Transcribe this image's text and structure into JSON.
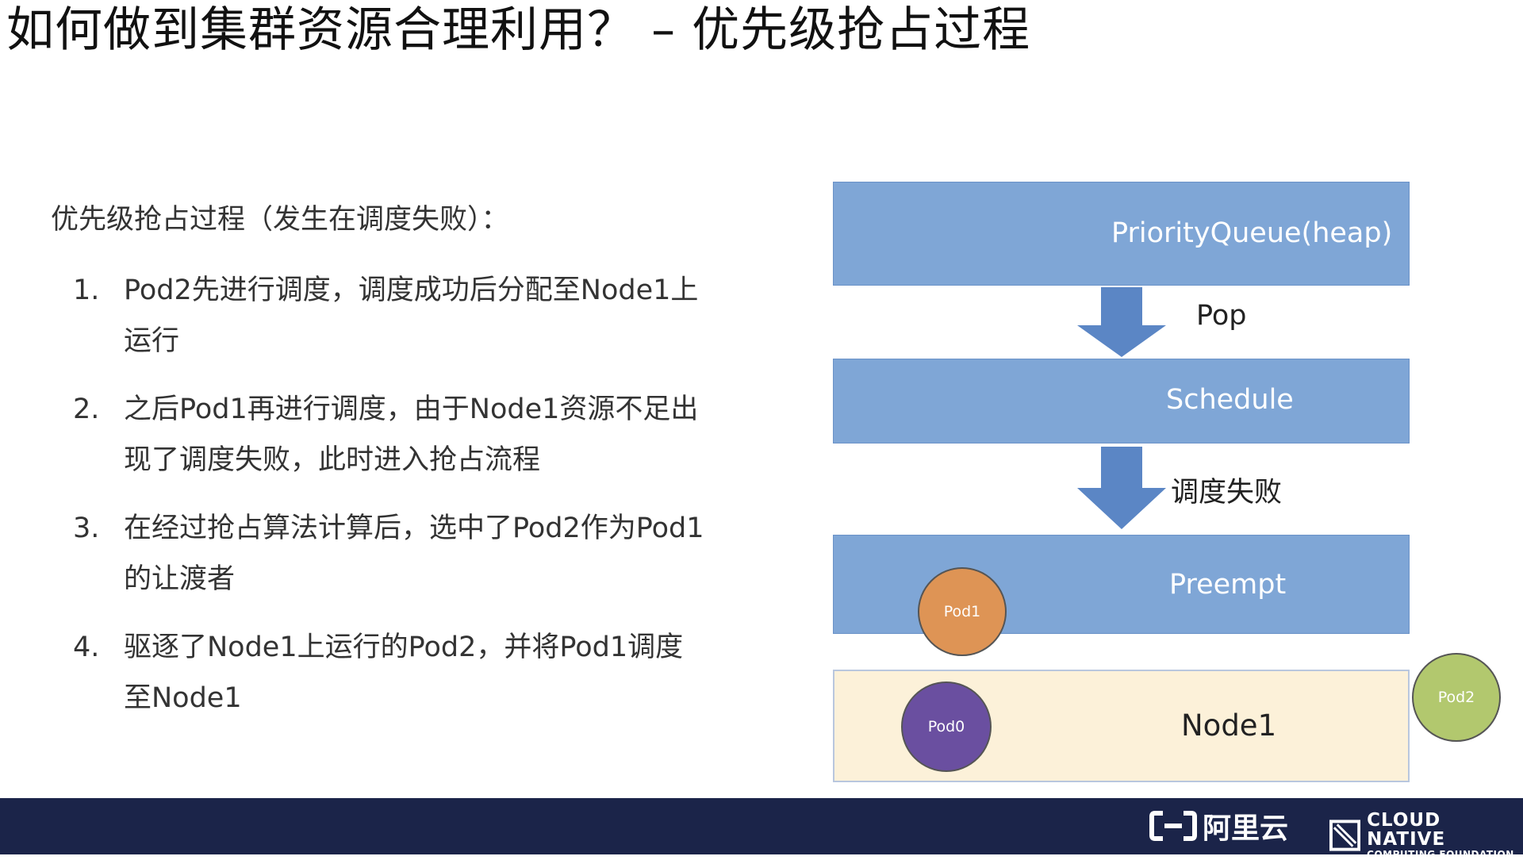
{
  "slide": {
    "title": "如何做到集群资源合理利用？ – 优先级抢占过程",
    "subhead": "优先级抢占过程（发生在调度失败）：",
    "steps": [
      {
        "num": "1.",
        "text": "Pod2先进行调度，调度成功后分配至Node1上运行"
      },
      {
        "num": "2.",
        "text": "之后Pod1再进行调度，由于Node1资源不足出现了调度失败，此时进入抢占流程"
      },
      {
        "num": "3.",
        "text": "在经过抢占算法计算后，选中了Pod2作为Pod1的让渡者"
      },
      {
        "num": "4.",
        "text": "驱逐了Node1上运行的Pod2，并将Pod1调度至Node1"
      }
    ]
  },
  "diagram": {
    "boxes": {
      "priority_queue": "PriorityQueue(heap)",
      "schedule": "Schedule",
      "preempt": "Preempt",
      "node": "Node1"
    },
    "arrows": {
      "pop": "Pop",
      "schedule_fail": "调度失败"
    },
    "pods": {
      "pod0": "Pod0",
      "pod1": "Pod1",
      "pod2": "Pod2"
    },
    "colors": {
      "box_fill": "#7fa6d6",
      "arrow_fill": "#5b86c5",
      "node_fill": "#fcf1d9",
      "pod0": "#6a4fa0",
      "pod1": "#de9455",
      "pod2": "#b2c86e"
    }
  },
  "footer": {
    "aliyun_label": "阿里云",
    "cncf_line1": "CLOUD NATIVE",
    "cncf_line2": "COMPUTING FOUNDATION"
  }
}
